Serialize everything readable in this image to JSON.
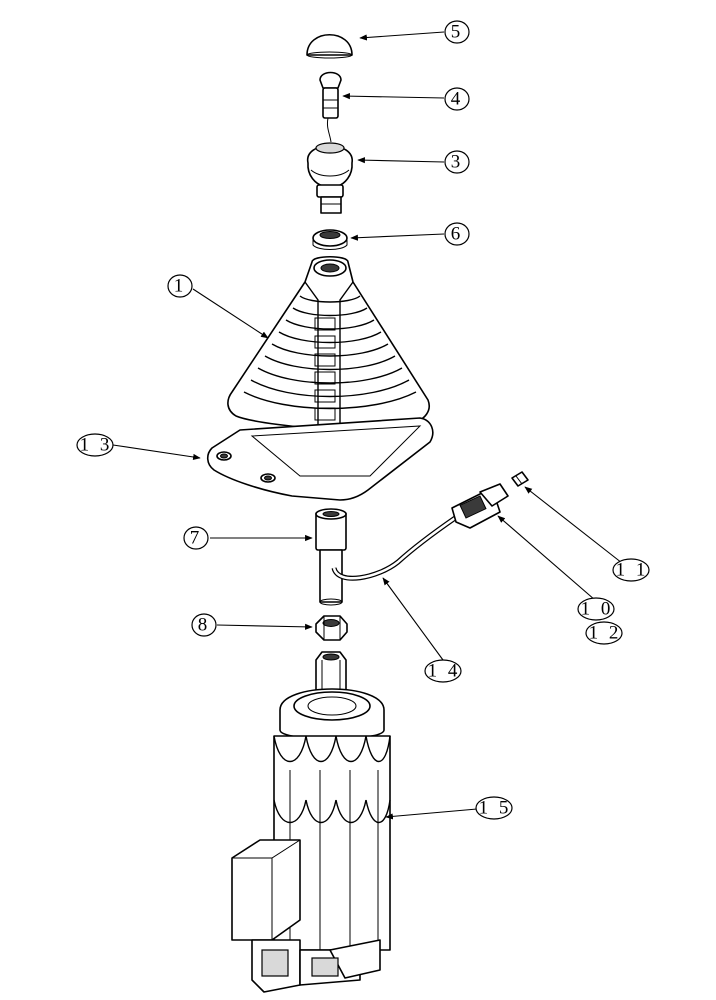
{
  "diagram": {
    "callouts": [
      {
        "id": "c5",
        "label": "5"
      },
      {
        "id": "c4",
        "label": "4"
      },
      {
        "id": "c3",
        "label": "3"
      },
      {
        "id": "c6",
        "label": "6"
      },
      {
        "id": "c1",
        "label": "1"
      },
      {
        "id": "c13",
        "label": "1 3"
      },
      {
        "id": "c7",
        "label": "7"
      },
      {
        "id": "c11",
        "label": "1 1"
      },
      {
        "id": "c10",
        "label": "1 0"
      },
      {
        "id": "c12",
        "label": "1 2"
      },
      {
        "id": "c8",
        "label": "8"
      },
      {
        "id": "c14",
        "label": "1 4"
      },
      {
        "id": "c15",
        "label": "1 5"
      }
    ]
  }
}
